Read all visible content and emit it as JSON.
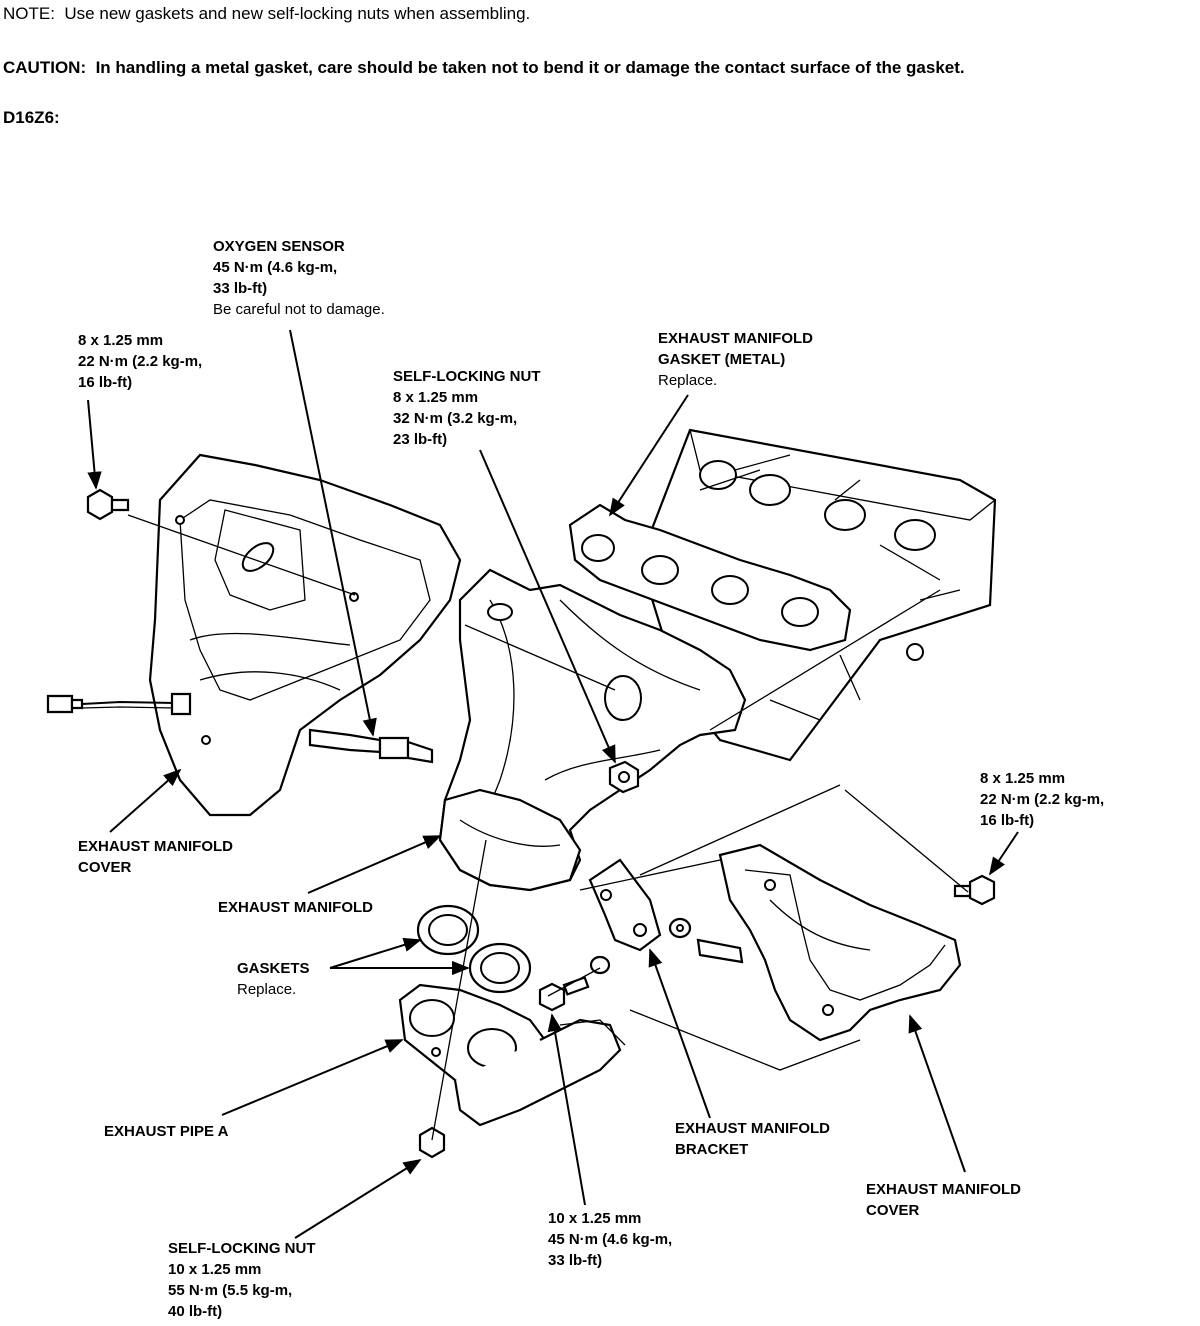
{
  "header": {
    "note_prefix": "NOTE:",
    "note_text": "Use new gaskets and new self-locking nuts when assembling.",
    "caution_prefix": "CAUTION:",
    "caution_text": "In handling a metal gasket, care should be taken not to bend it or damage the contact surface of the gasket.",
    "engine_code": "D16Z6:"
  },
  "labels": {
    "oxygen_sensor": {
      "title": "OXYGEN SENSOR",
      "line1": "45 N·m (4.6 kg-m,",
      "line2": "33 lb-ft)",
      "note": "Be careful not to damage."
    },
    "bolt_left": {
      "line1": "8 x 1.25 mm",
      "line2": "22 N·m (2.2 kg-m,",
      "line3": "16 lb-ft)"
    },
    "self_locking_nut_upper": {
      "title": "SELF-LOCKING NUT",
      "line1": "8 x 1.25 mm",
      "line2": "32 N·m (3.2 kg-m,",
      "line3": "23 lb-ft)"
    },
    "manifold_gasket": {
      "line1": "EXHAUST MANIFOLD",
      "line2": "GASKET (METAL)",
      "note": "Replace."
    },
    "bolt_right": {
      "line1": "8 x 1.25 mm",
      "line2": "22 N·m (2.2 kg-m,",
      "line3": "16 lb-ft)"
    },
    "cover_left": {
      "line1": "EXHAUST MANIFOLD",
      "line2": "COVER"
    },
    "exhaust_manifold": {
      "title": "EXHAUST MANIFOLD"
    },
    "gaskets": {
      "title": "GASKETS",
      "note": "Replace."
    },
    "exhaust_pipe_a": {
      "title": "EXHAUST PIPE A"
    },
    "manifold_bracket": {
      "line1": "EXHAUST MANIFOLD",
      "line2": "BRACKET"
    },
    "cover_right": {
      "line1": "EXHAUST MANIFOLD",
      "line2": "COVER"
    },
    "bolt_bracket": {
      "line1": "10 x 1.25 mm",
      "line2": "45 N·m (4.6 kg-m,",
      "line3": "33 lb-ft)"
    },
    "self_locking_nut_lower": {
      "title": "SELF-LOCKING NUT",
      "line1": "10 x 1.25 mm",
      "line2": "55 N·m (5.5 kg-m,",
      "line3": "40 lb-ft)"
    }
  }
}
